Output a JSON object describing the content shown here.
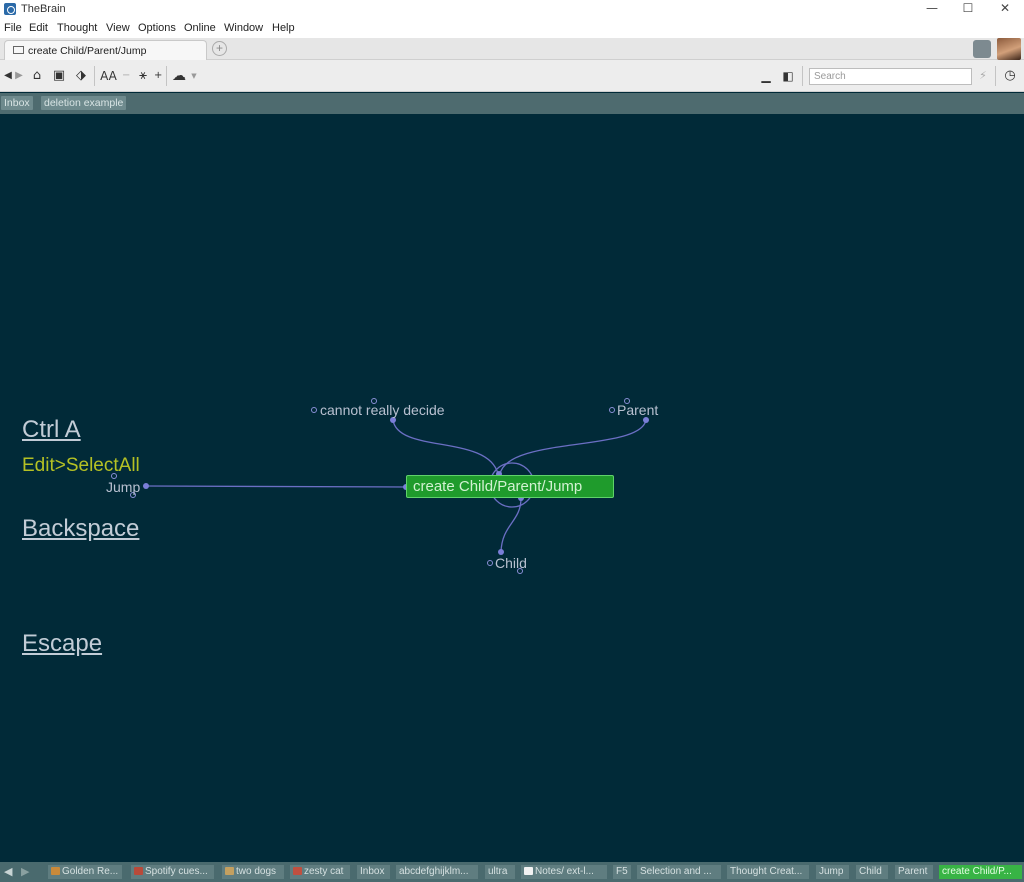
{
  "window": {
    "title": "TheBrain",
    "minimize": "—",
    "maximize": "☐",
    "close": "✕"
  },
  "menu": [
    "File",
    "Edit",
    "Thought",
    "View",
    "Options",
    "Online",
    "Window",
    "Help"
  ],
  "tab": {
    "label": "create Child/Parent/Jump",
    "new_tab": "+"
  },
  "toolbar": {
    "font_label": "AA",
    "search_placeholder": "Search"
  },
  "pins": [
    "Inbox",
    "deletion example"
  ],
  "notes": {
    "ctrl_a": "Ctrl A",
    "select_all": "Edit>SelectAll",
    "backspace": "Backspace",
    "escape": "Escape"
  },
  "thoughts": {
    "active": "create Child/Parent/Jump",
    "parent_1": "cannot really decide",
    "parent_2": "Parent",
    "jump": "Jump",
    "child": "Child"
  },
  "history": [
    "Golden Re...",
    "Spotify cues...",
    "two dogs",
    "zesty cat",
    "Inbox",
    "abcdefghijklm...",
    "ultra",
    "Notes/ ext-l...",
    "F5",
    "Selection and ...",
    "Thought Creat...",
    "Jump",
    "Child",
    "Parent",
    "create Child/P..."
  ],
  "colors": {
    "canvas_bg": "#012a38",
    "active_thought": "#1f9b2c",
    "link": "#6b6fc4",
    "note_text": "#c2ccd6",
    "command_text": "#b5c124"
  }
}
